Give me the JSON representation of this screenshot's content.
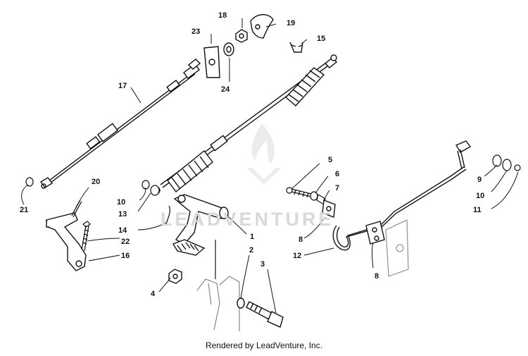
{
  "watermark": {
    "brand_text": "LEADVENTURE"
  },
  "footer": {
    "credit": "Rendered by LeadVenture, Inc."
  },
  "callouts": [
    {
      "id": "c1",
      "label": "1"
    },
    {
      "id": "c2",
      "label": "2"
    },
    {
      "id": "c3",
      "label": "3"
    },
    {
      "id": "c4",
      "label": "4"
    },
    {
      "id": "c5",
      "label": "5"
    },
    {
      "id": "c6",
      "label": "6"
    },
    {
      "id": "c7",
      "label": "7"
    },
    {
      "id": "c8a",
      "label": "8"
    },
    {
      "id": "c8b",
      "label": "8"
    },
    {
      "id": "c9",
      "label": "9"
    },
    {
      "id": "c10a",
      "label": "10"
    },
    {
      "id": "c10b",
      "label": "10"
    },
    {
      "id": "c11",
      "label": "11"
    },
    {
      "id": "c12",
      "label": "12"
    },
    {
      "id": "c13",
      "label": "13"
    },
    {
      "id": "c14",
      "label": "14"
    },
    {
      "id": "c15",
      "label": "15"
    },
    {
      "id": "c16",
      "label": "16"
    },
    {
      "id": "c17",
      "label": "17"
    },
    {
      "id": "c18",
      "label": "18"
    },
    {
      "id": "c19",
      "label": "19"
    },
    {
      "id": "c20",
      "label": "20"
    },
    {
      "id": "c21",
      "label": "21"
    },
    {
      "id": "c22",
      "label": "22"
    },
    {
      "id": "c23",
      "label": "23"
    },
    {
      "id": "c24",
      "label": "24"
    }
  ]
}
